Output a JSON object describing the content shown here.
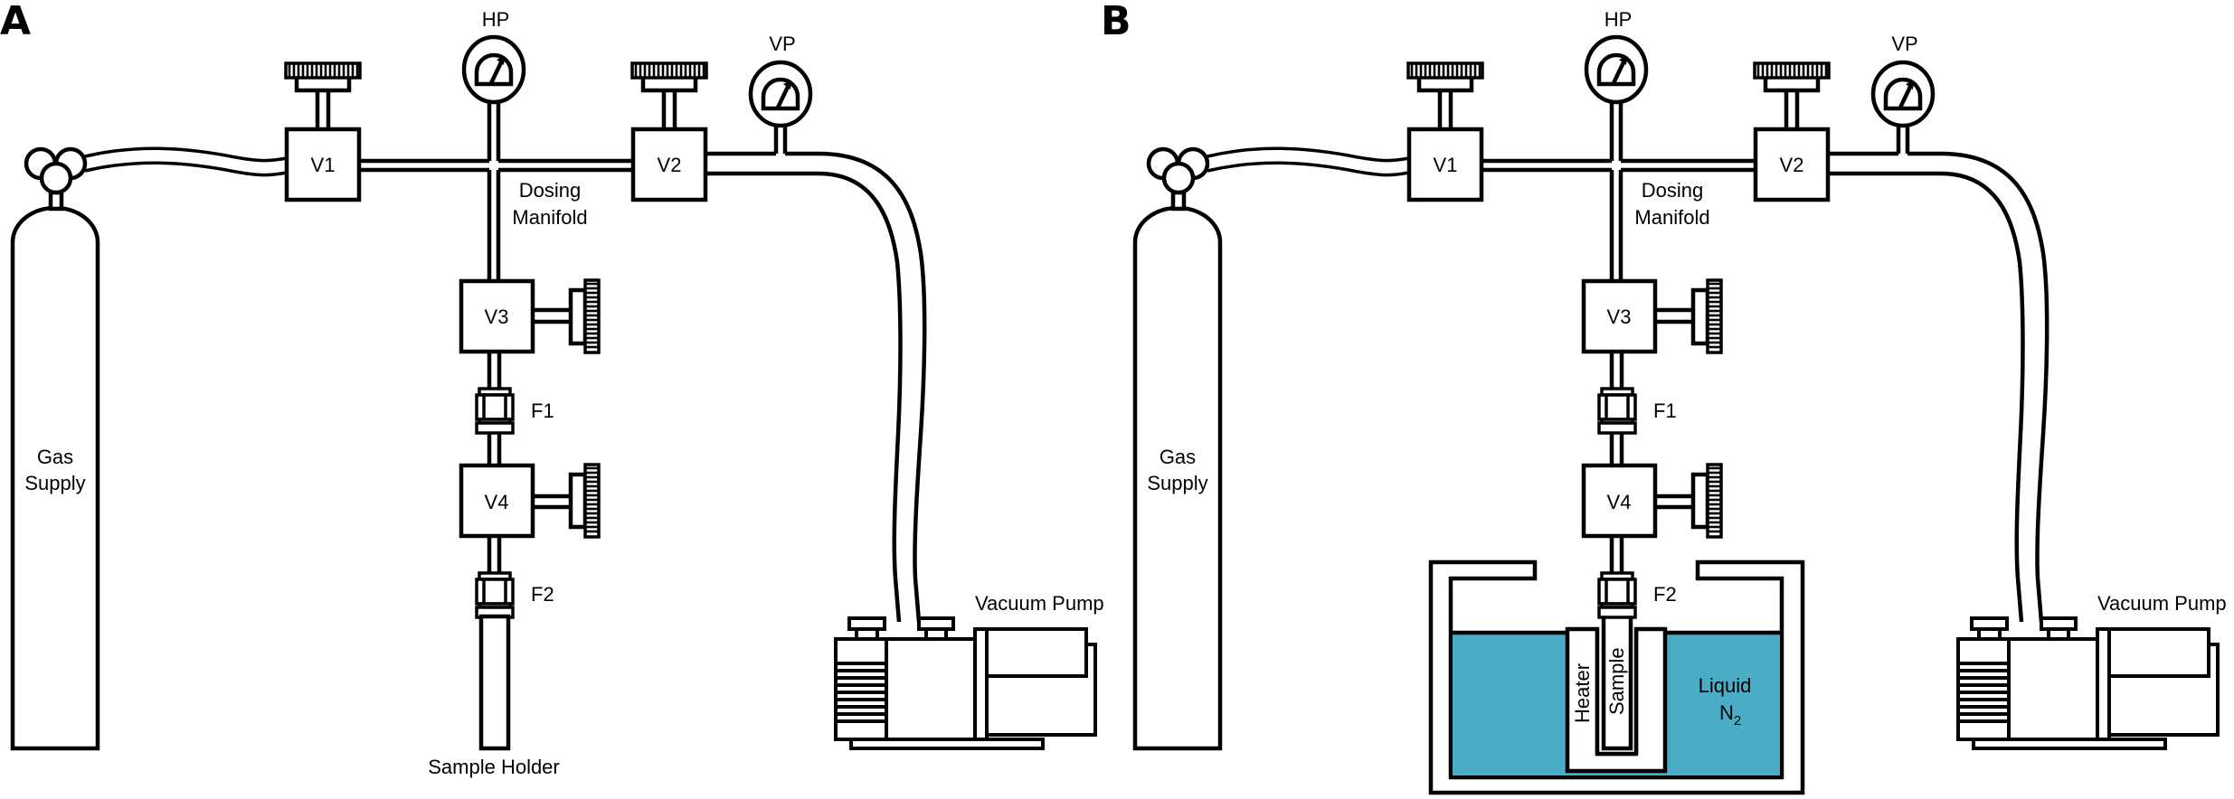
{
  "figure": {
    "panels": [
      {
        "id": "A",
        "label": "A",
        "gas_supply": [
          "Gas",
          "Supply"
        ],
        "valves": [
          "V1",
          "V2",
          "V3",
          "V4"
        ],
        "gauges": [
          "HP",
          "VP"
        ],
        "fittings": [
          "F1",
          "F2"
        ],
        "manifold": [
          "Dosing",
          "Manifold"
        ],
        "pump": "Vacuum Pump",
        "sample_holder": "Sample Holder"
      },
      {
        "id": "B",
        "label": "B",
        "gas_supply": [
          "Gas",
          "Supply"
        ],
        "valves": [
          "V1",
          "V2",
          "V3",
          "V4"
        ],
        "gauges": [
          "HP",
          "VP"
        ],
        "fittings": [
          "F1",
          "F2"
        ],
        "manifold": [
          "Dosing",
          "Manifold"
        ],
        "pump": "Vacuum Pump",
        "dewar": {
          "heater": "Heater",
          "sample": "Sample",
          "liquid": "Liquid",
          "liquid_formula": "N",
          "liquid_subscript": "2"
        }
      }
    ],
    "colors": {
      "liquid_nitrogen": "#4BACC6",
      "stroke": "#000000",
      "background": "#FFFFFF"
    }
  }
}
